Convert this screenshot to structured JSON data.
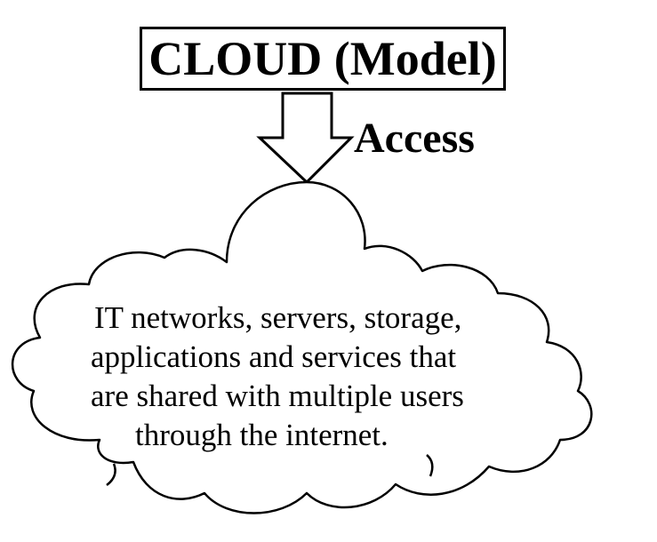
{
  "title": "CLOUD (Model)",
  "arrow_label": "Access",
  "cloud_lines": [
    "IT networks, servers, storage,",
    "applications and services that",
    "are shared with multiple users",
    "through the internet."
  ],
  "icons": {
    "arrow": "down-arrow-icon",
    "cloud": "cloud-shape-icon"
  },
  "colors": {
    "stroke": "#000000",
    "background": "#ffffff",
    "text": "#000000"
  }
}
